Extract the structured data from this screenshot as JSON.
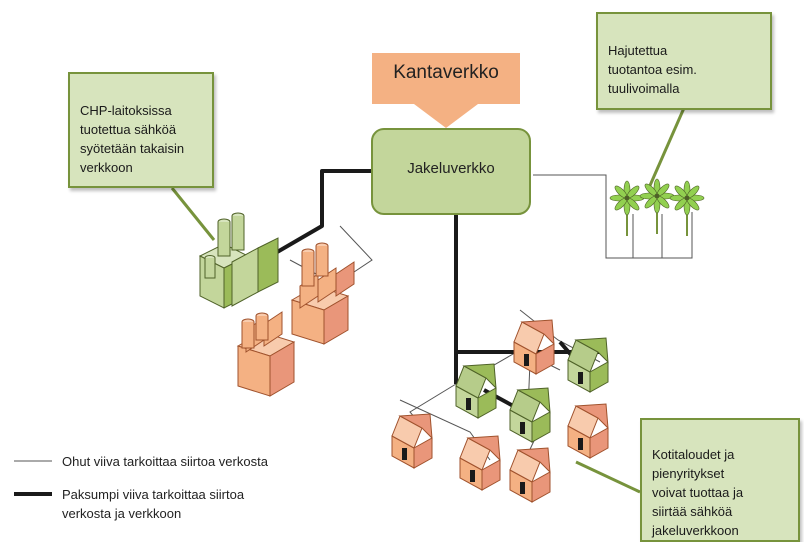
{
  "diagram": {
    "kantaverkko": "Kantaverkko",
    "jakeluverkko": "Jakeluverkko",
    "callouts": {
      "chp": "CHP-laitoksissa\ntuotettua sähköä\nsyötetään takaisin\nverkkoon",
      "wind": "Hajutettua\ntuotantoa esim.\ntuulivoimalla",
      "homes": "Kotitaloudet ja\npienyritykset\nvoivat tuottaa  ja\nsiirtää sähköä\njakeluverkkoon"
    },
    "legend": {
      "thin": "Ohut viiva tarkoittaa  siirtoa verkosta",
      "thick": "Paksumpi viiva tarkoittaa  siirtoa\nverkosta ja verkkoon"
    },
    "colors": {
      "green_fill": "#c3d69b",
      "green_stroke": "#77933c",
      "orange_fill": "#f4b183",
      "orange_stroke": "#c0504d",
      "callout_fill": "#d7e4bd"
    }
  }
}
